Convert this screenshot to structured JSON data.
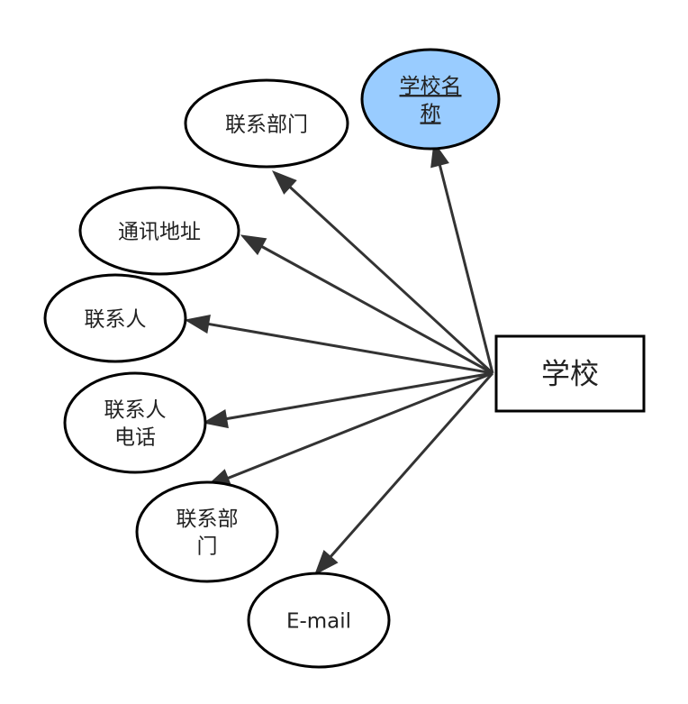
{
  "entity": {
    "label_lines": [
      "学校"
    ]
  },
  "attributes": [
    {
      "id": "school-name",
      "label_lines": [
        "学校名",
        "称"
      ],
      "highlighted": true,
      "underlined": true
    },
    {
      "id": "department-top",
      "label_lines": [
        "联系部门"
      ],
      "highlighted": false,
      "underlined": false
    },
    {
      "id": "address",
      "label_lines": [
        "通讯地址"
      ],
      "highlighted": false,
      "underlined": false
    },
    {
      "id": "contact-person",
      "label_lines": [
        "联系人"
      ],
      "highlighted": false,
      "underlined": false
    },
    {
      "id": "contact-phone",
      "label_lines": [
        "联系人",
        "电话"
      ],
      "highlighted": false,
      "underlined": false
    },
    {
      "id": "department-bottom",
      "label_lines": [
        "联系部",
        "门"
      ],
      "highlighted": false,
      "underlined": false
    },
    {
      "id": "email",
      "label_lines": [
        "E-mail"
      ],
      "highlighted": false,
      "underlined": false
    }
  ],
  "colors": {
    "highlight_fill": "#99ccff",
    "node_fill": "#ffffff",
    "stroke": "#000000",
    "edge": "#333333",
    "text": "#222222"
  }
}
